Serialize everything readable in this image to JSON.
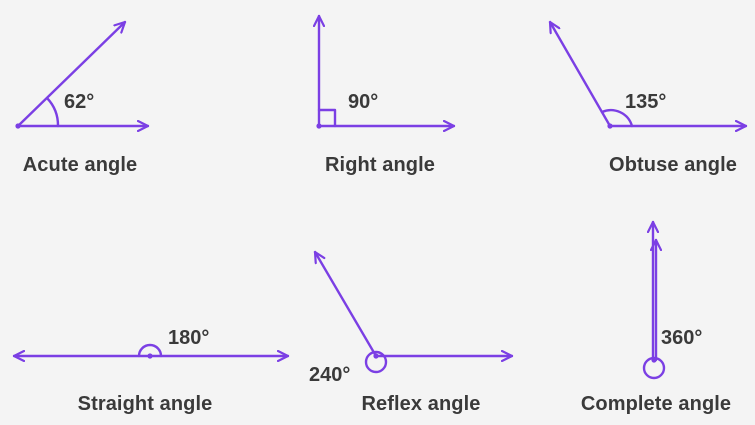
{
  "angles": [
    {
      "caption": "Acute angle",
      "measure": "62°"
    },
    {
      "caption": "Right angle",
      "measure": "90°"
    },
    {
      "caption": "Obtuse angle",
      "measure": "135°"
    },
    {
      "caption": "Straight angle",
      "measure": "180°"
    },
    {
      "caption": "Reflex angle",
      "measure": "240°"
    },
    {
      "caption": "Complete angle",
      "measure": "360°"
    }
  ],
  "colors": {
    "stroke": "#7b3fe4",
    "text": "#3a3a3a",
    "background": "#f4f4f4"
  }
}
